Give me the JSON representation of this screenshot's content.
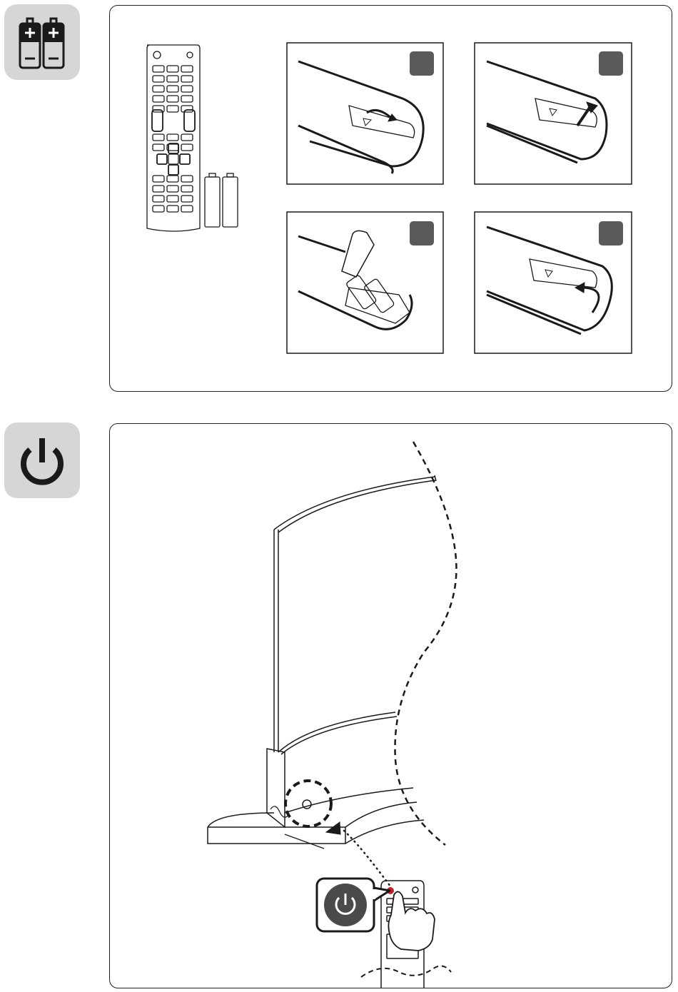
{
  "sections": [
    {
      "id": "battery-install",
      "icon": "battery-pair-icon",
      "step_count": 4
    },
    {
      "id": "power-on",
      "icon": "power-icon",
      "callout_icon": "power-icon"
    }
  ],
  "colors": {
    "icon_background": "#d6d6d6",
    "step_badge": "#5a5a5a",
    "callout_background": "#4a4a4a",
    "line": "#1a1a1a"
  }
}
